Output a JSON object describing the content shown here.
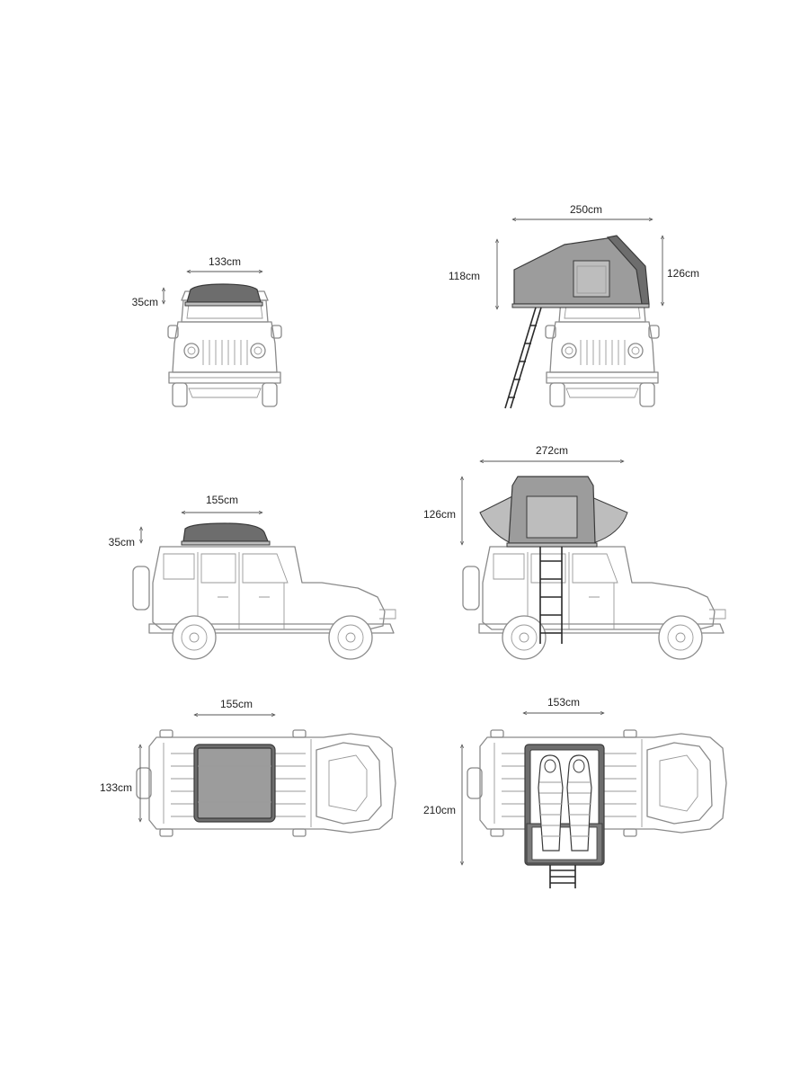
{
  "panels": {
    "front_closed": {
      "width_label": "133cm",
      "height_label": "35cm"
    },
    "front_open": {
      "width_label": "250cm",
      "left_height_label": "118cm",
      "right_height_label": "126cm"
    },
    "side_closed": {
      "length_label": "155cm",
      "height_label": "35cm"
    },
    "side_open": {
      "length_label": "272cm",
      "height_label": "126cm"
    },
    "top_closed": {
      "length_label": "155cm",
      "width_label": "133cm"
    },
    "top_open": {
      "width_label": "153cm",
      "length_label": "210cm"
    }
  },
  "colors": {
    "vehicle_outline": "#8a8a8a",
    "tent_shell": "#6d6d6d",
    "tent_fabric": "#9c9c9c",
    "dimension_line": "#555555"
  }
}
